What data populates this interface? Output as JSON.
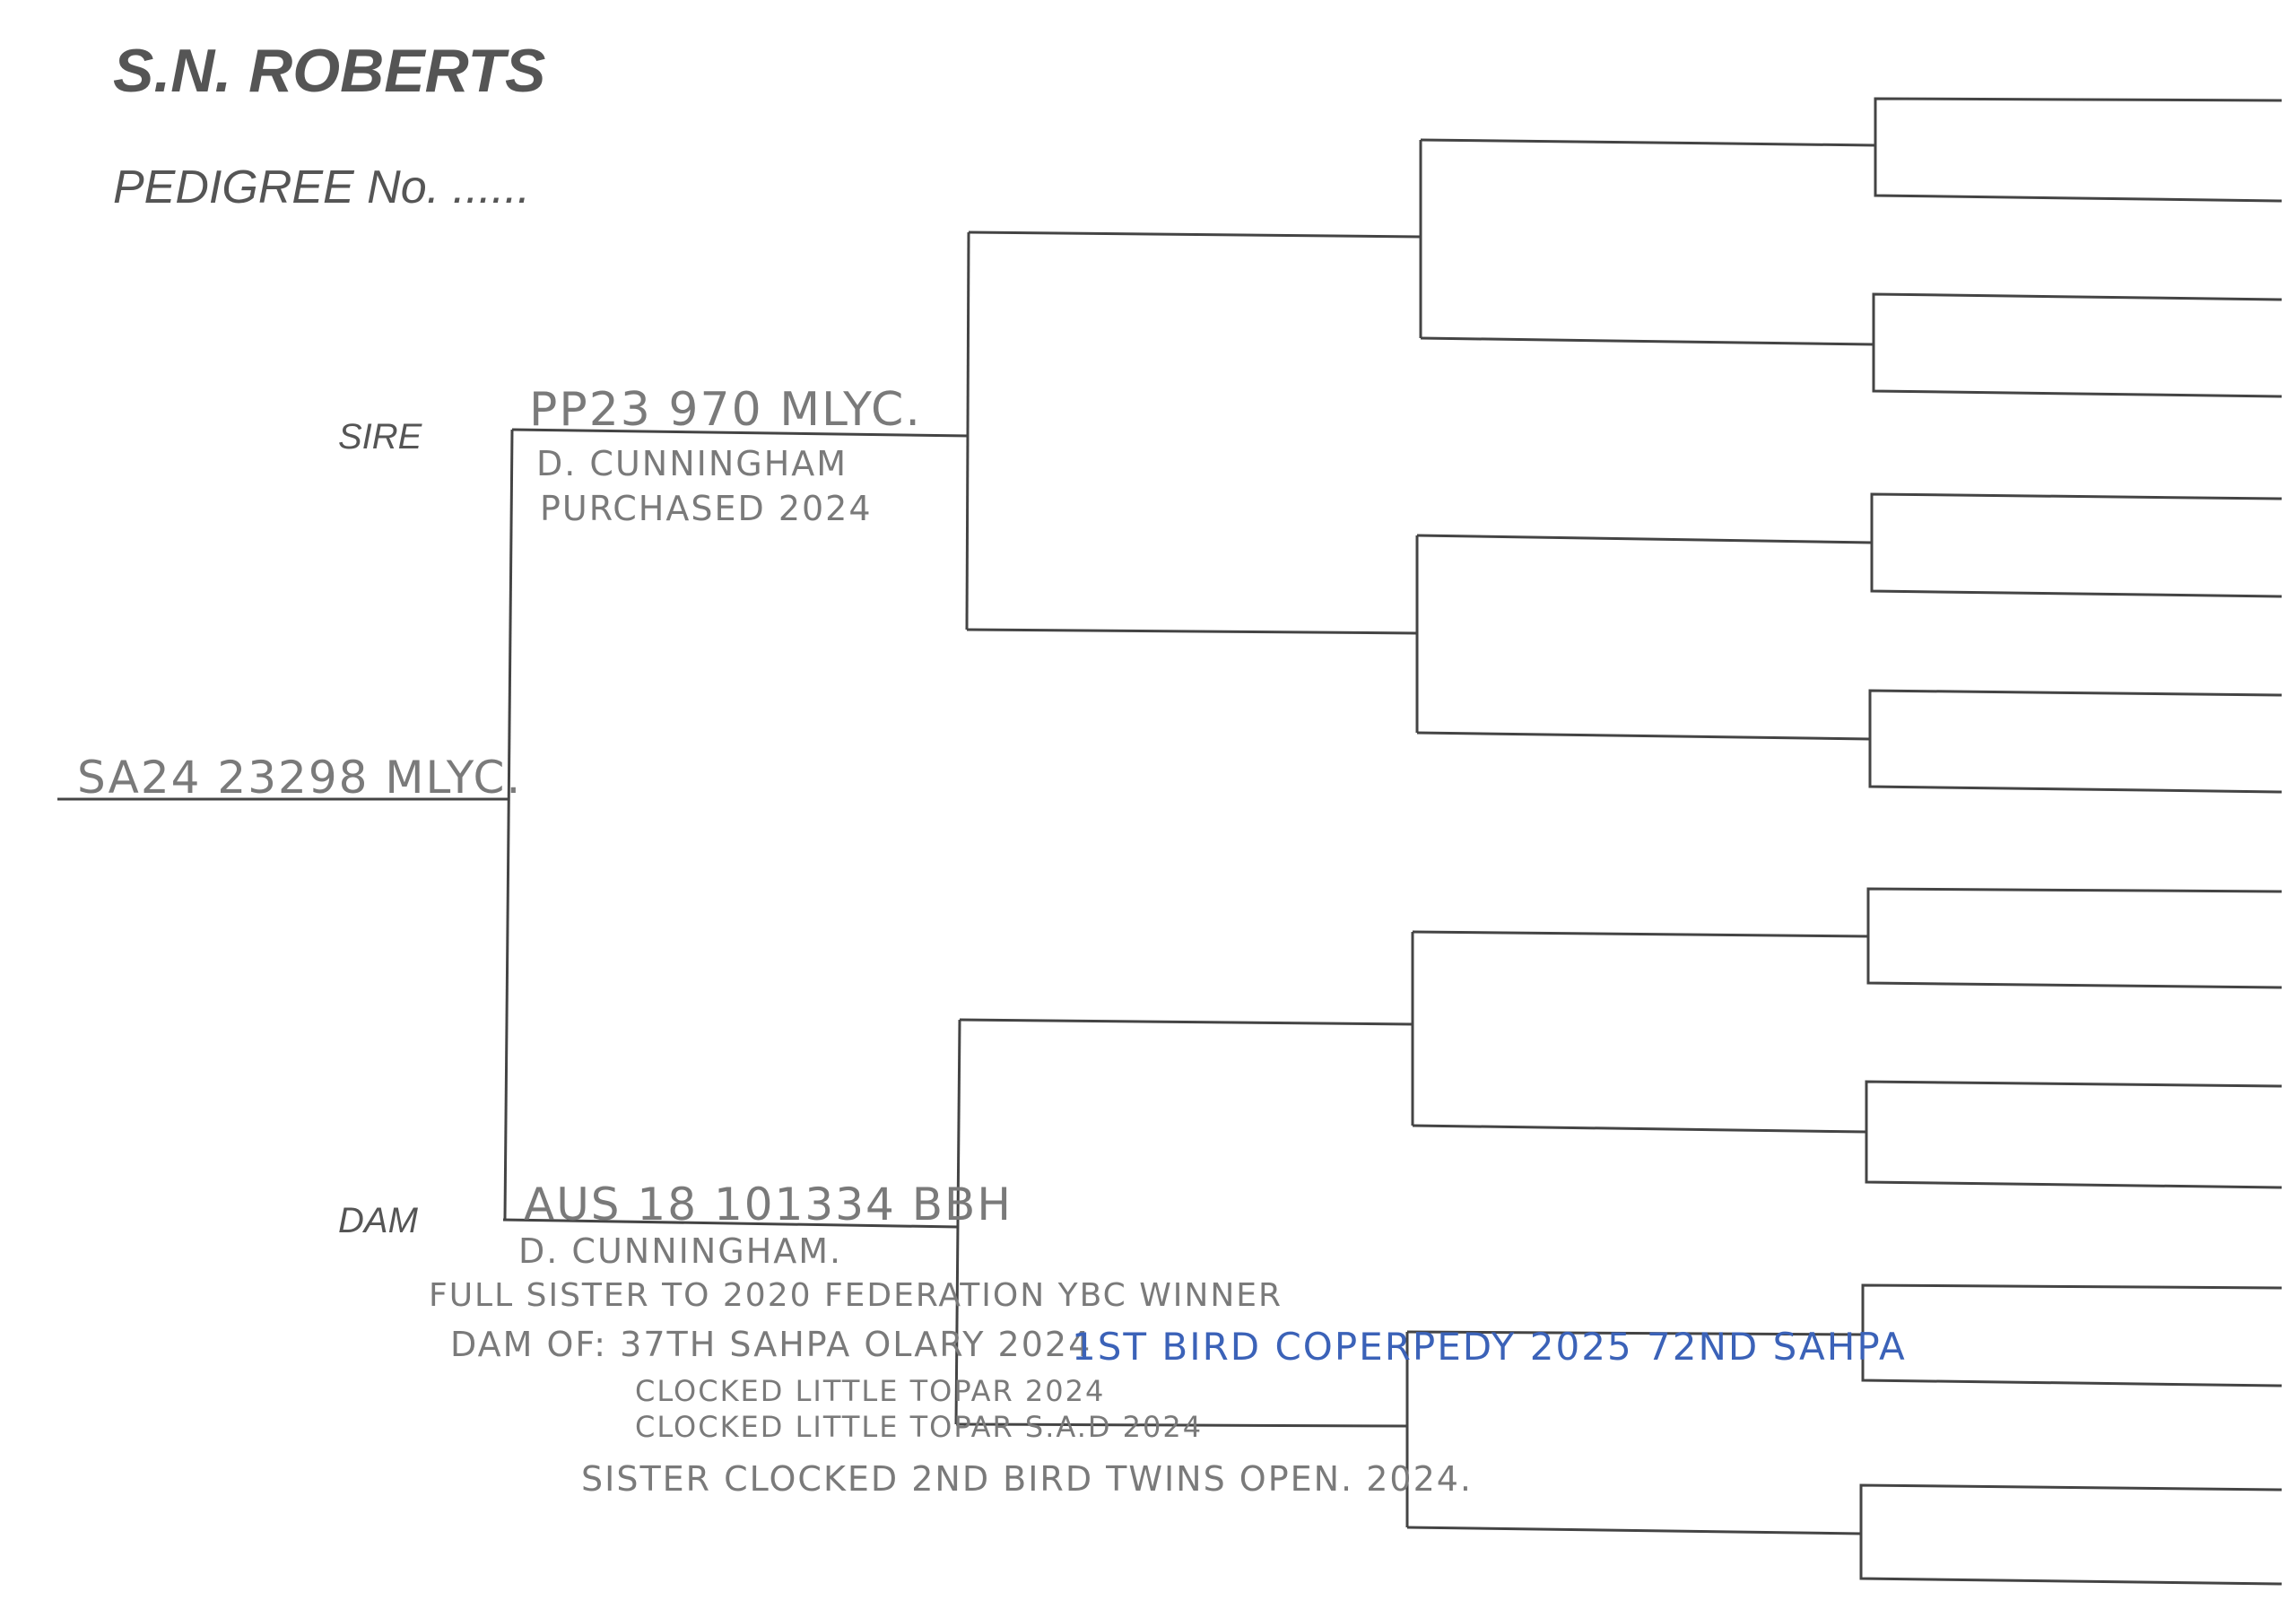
{
  "header": {
    "title": "S.N. ROBERTS",
    "pedigree_no": "PEDIGREE No. ......"
  },
  "labels": {
    "sire": "SIRE",
    "dam": "DAM"
  },
  "subject": {
    "ring": "SA24 23298 MLYC."
  },
  "sire": {
    "ring": "PP23 970 MLYC.",
    "breeder": "D. CUNNINGHAM",
    "note": "PURCHASED 2024"
  },
  "dam": {
    "ring": "AUS 18 101334 BBH",
    "breeder": "D. CUNNINGHAM.",
    "notes": [
      "FULL SISTER TO 2020 FEDERATION YBC WINNER",
      "DAM OF: 37TH SAHPA OLARY 2024",
      "CLOCKED LITTLE TOPAR 2024",
      "CLOCKED LITTLE TOPAR S.A.D 2024",
      "SISTER CLOCKED 2ND BIRD TWINS OPEN. 2024."
    ],
    "blue_note": "1ST BIRD COPERPEDY 2025 72ND SAHPA"
  },
  "colors": {
    "ink": "#444444",
    "pencil": "#7a7a7a",
    "blue_pen": "#3b62b8"
  }
}
